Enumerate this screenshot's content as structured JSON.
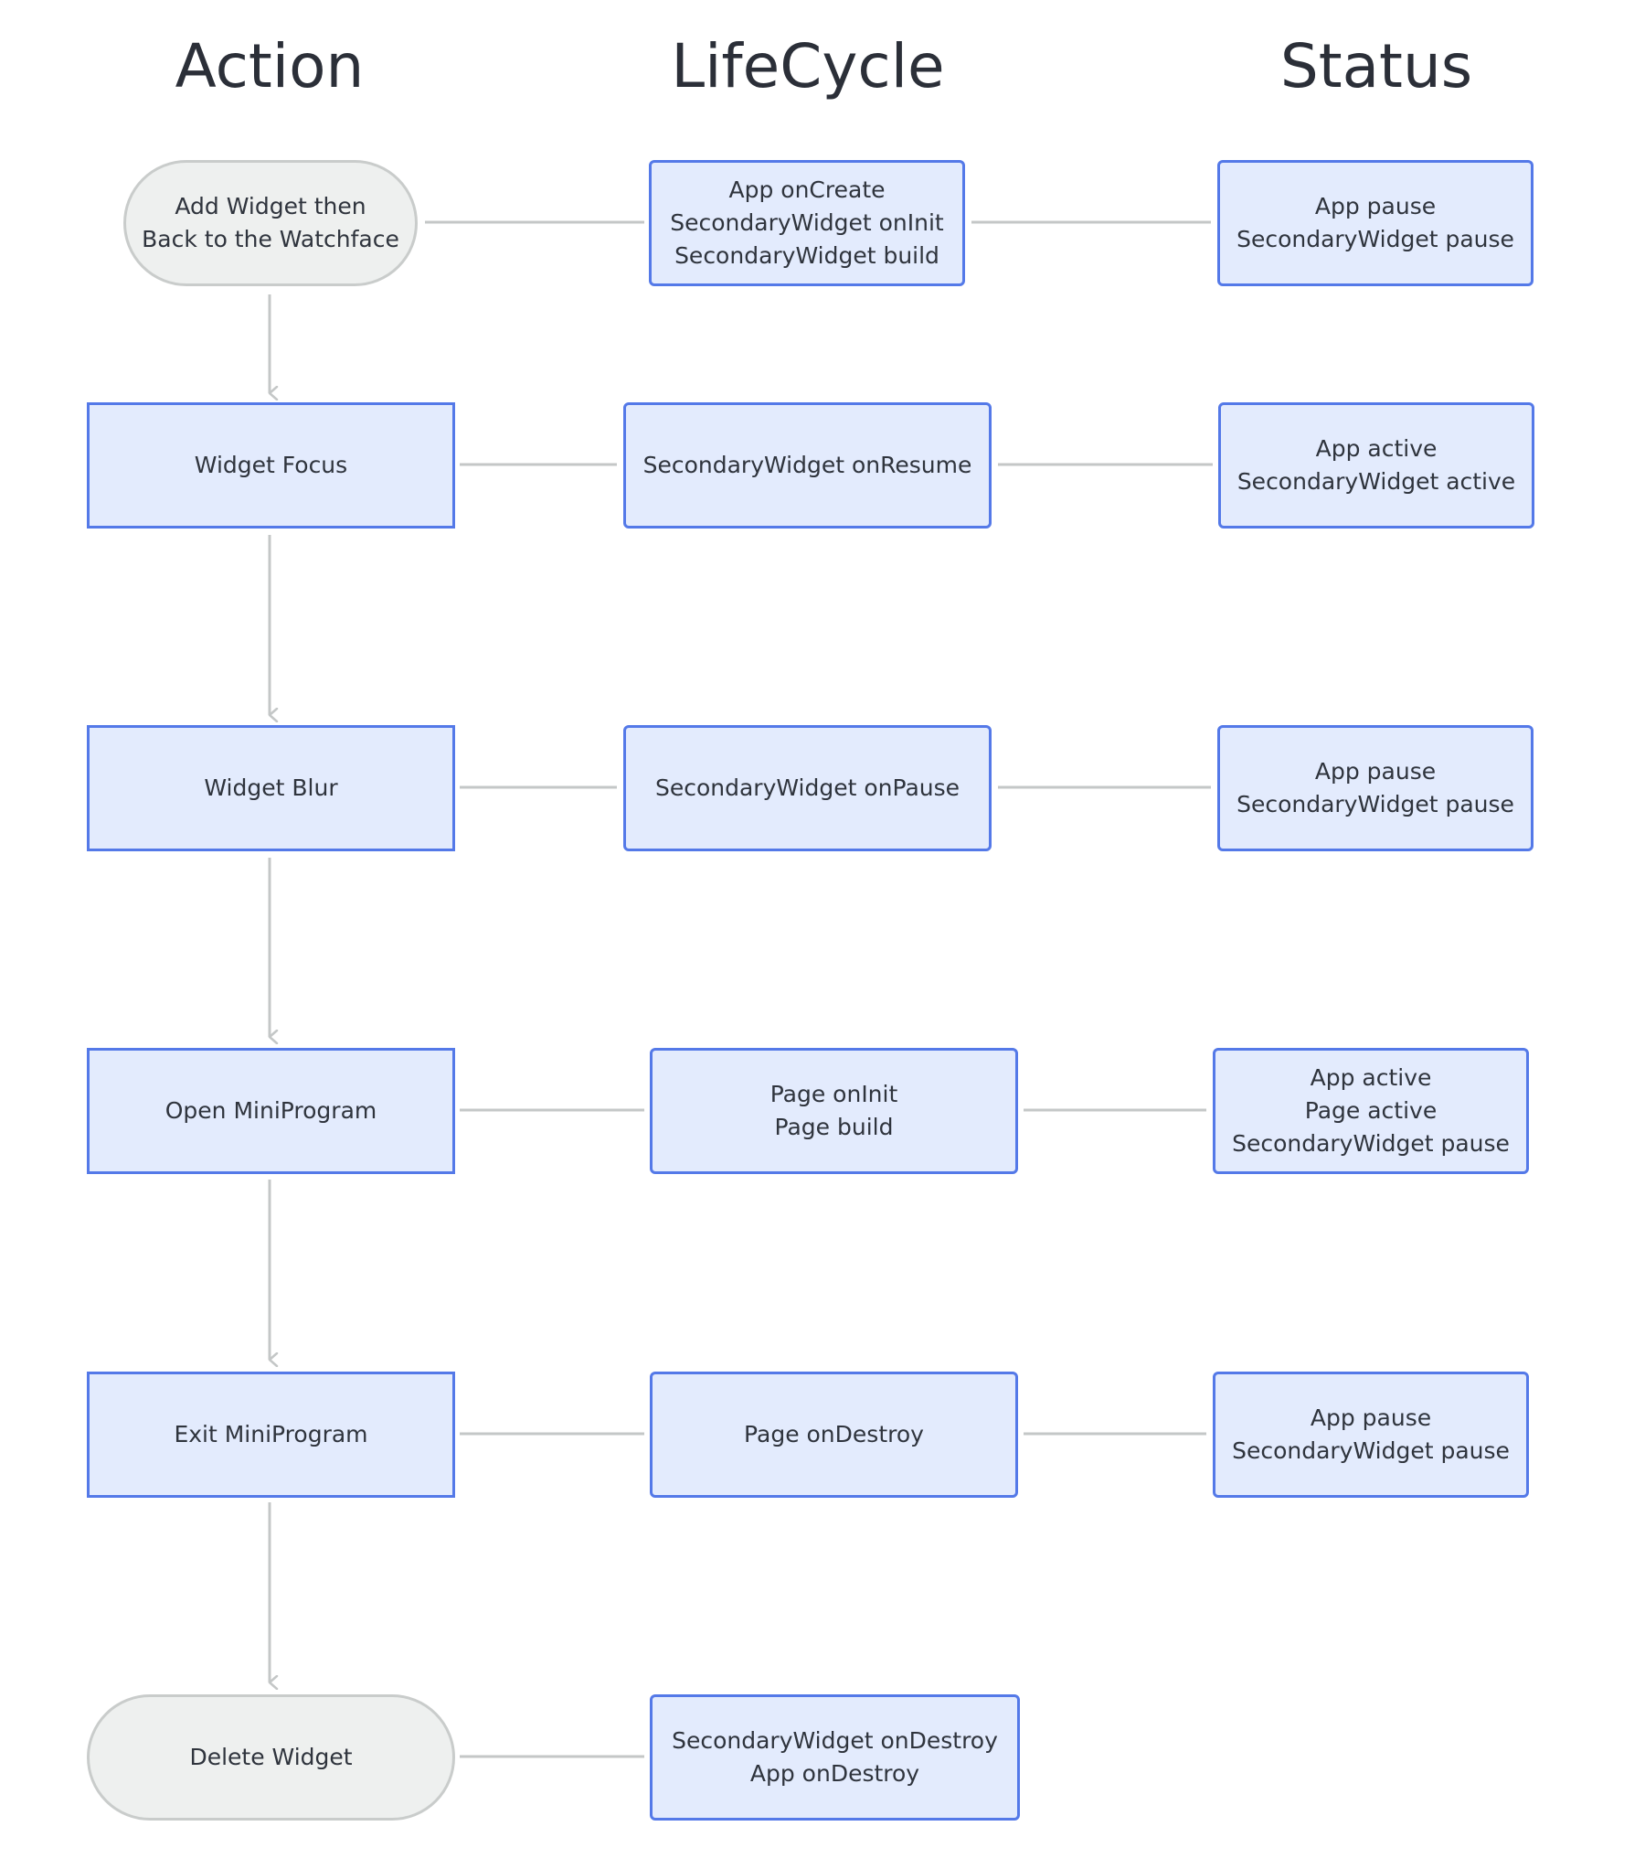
{
  "headers": {
    "action": "Action",
    "lifecycle": "LifeCycle",
    "status": "Status"
  },
  "colors": {
    "node_fill": "#e3ebfd",
    "node_border": "#5479e8",
    "terminal_fill": "#eef0ef",
    "terminal_border": "#c9cccb",
    "connector": "#c4c7c7",
    "text": "#2f343d"
  },
  "rows": [
    {
      "action": [
        "Add Widget then",
        "Back to the Watchface"
      ],
      "lifecycle": [
        "App onCreate",
        "SecondaryWidget onInit",
        "SecondaryWidget build"
      ],
      "status": [
        "App pause",
        "SecondaryWidget pause"
      ]
    },
    {
      "action": [
        "Widget Focus"
      ],
      "lifecycle": [
        "SecondaryWidget onResume"
      ],
      "status": [
        "App active",
        "SecondaryWidget active"
      ]
    },
    {
      "action": [
        "Widget Blur"
      ],
      "lifecycle": [
        "SecondaryWidget onPause"
      ],
      "status": [
        "App pause",
        "SecondaryWidget pause"
      ]
    },
    {
      "action": [
        "Open MiniProgram"
      ],
      "lifecycle": [
        "Page onInit",
        "Page build"
      ],
      "status": [
        "App active",
        "Page active",
        "SecondaryWidget pause"
      ]
    },
    {
      "action": [
        "Exit MiniProgram"
      ],
      "lifecycle": [
        "Page onDestroy"
      ],
      "status": [
        "App pause",
        "SecondaryWidget pause"
      ]
    },
    {
      "action": [
        "Delete Widget"
      ],
      "lifecycle": [
        "SecondaryWidget onDestroy",
        "App onDestroy"
      ],
      "status": []
    }
  ]
}
